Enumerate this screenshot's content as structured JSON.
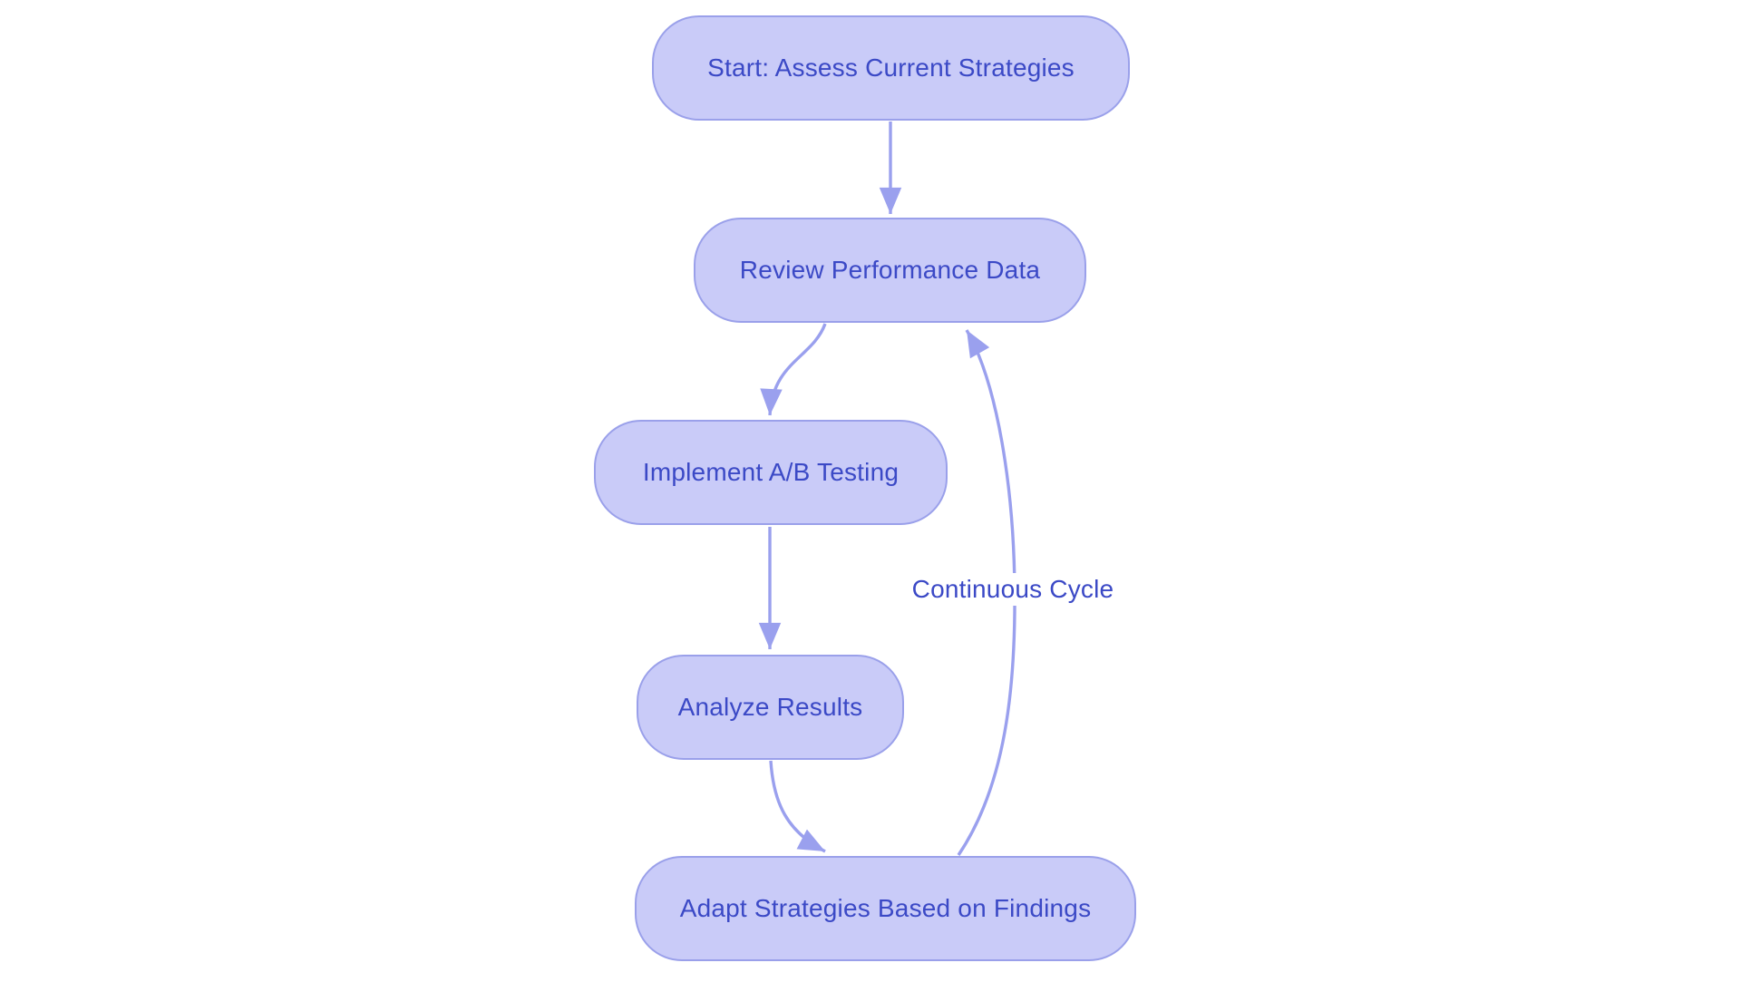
{
  "diagram": {
    "type": "flowchart",
    "direction": "top-down",
    "nodes": [
      {
        "id": "start",
        "label": "Start: Assess Current Strategies"
      },
      {
        "id": "review",
        "label": "Review Performance Data"
      },
      {
        "id": "ab_test",
        "label": "Implement A/B Testing"
      },
      {
        "id": "analyze",
        "label": "Analyze Results"
      },
      {
        "id": "adapt",
        "label": "Adapt Strategies Based on Findings"
      }
    ],
    "edges": [
      {
        "from": "start",
        "to": "review",
        "label": ""
      },
      {
        "from": "review",
        "to": "ab_test",
        "label": ""
      },
      {
        "from": "ab_test",
        "to": "analyze",
        "label": ""
      },
      {
        "from": "analyze",
        "to": "adapt",
        "label": ""
      },
      {
        "from": "adapt",
        "to": "review",
        "label": "Continuous Cycle"
      }
    ],
    "colors": {
      "node_fill": "#c9cbf8",
      "node_border": "#9aa0ea",
      "node_text": "#3b49c6",
      "arrow": "#9aa0ee",
      "background": "#ffffff"
    }
  }
}
